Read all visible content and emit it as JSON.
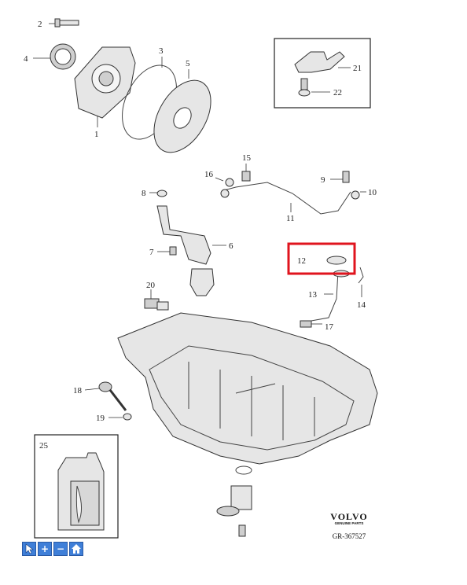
{
  "diagram": {
    "callouts": [
      "1",
      "2",
      "3",
      "4",
      "5",
      "6",
      "7",
      "8",
      "9",
      "10",
      "11",
      "12",
      "13",
      "14",
      "15",
      "16",
      "17",
      "18",
      "19",
      "20",
      "21",
      "22",
      "25"
    ],
    "highlighted_callout": "12",
    "highlight_color": "#e0141e"
  },
  "brand": {
    "logo": "VOLVO",
    "tagline": "GENUINE PARTS",
    "reference": "GR-367527"
  },
  "toolbar": {
    "pointer_icon": "pointer-icon",
    "zoom_in_label": "+",
    "zoom_out_label": "−",
    "home_icon": "home-icon",
    "button_color": "#3f7fd8"
  }
}
